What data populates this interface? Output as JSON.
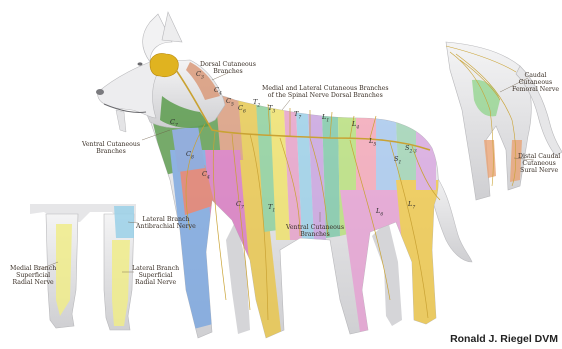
{
  "labels": {
    "dorsal_cutaneous": [
      "Dorsal Cutaneous",
      "Branches"
    ],
    "medial_lateral": [
      "Medial and Lateral Cutaneous Branches",
      "of the Spinal Nerve Dorsal Branches"
    ],
    "ventral_cutaneous_left": [
      "Ventral Cutaneous",
      "Branches"
    ],
    "ventral_cutaneous_body": [
      "Ventral Cutaneous",
      "Branches"
    ],
    "caudal_femoral": [
      "Caudal",
      "Cutaneous",
      "Femoral Nerve"
    ],
    "distal_caudal_sural": [
      "Distal Caudal",
      "Cutaneous",
      "Sural Nerve"
    ],
    "lateral_antebrachial": [
      "Lateral Branch",
      "Antibrachial Nerve"
    ],
    "medial_superficial_radial": [
      "Medial Branch",
      "Superficial",
      "Radial Nerve"
    ],
    "lateral_superficial_radial": [
      "Lateral Branch",
      "Superficial",
      "Radial Nerve"
    ]
  },
  "segments": {
    "c3": {
      "base": "C",
      "sub": "3"
    },
    "c4": {
      "base": "C",
      "sub": "4"
    },
    "c5": {
      "base": "C",
      "sub": "5"
    },
    "c6": {
      "base": "C",
      "sub": "6"
    },
    "c7": {
      "base": "C",
      "sub": "7"
    },
    "c8": {
      "base": "C",
      "sub": "8"
    },
    "c9": {
      "base": "C",
      "sub": "4"
    },
    "t1": {
      "base": "T",
      "sub": "1"
    },
    "t2": {
      "base": "T",
      "sub": "2"
    },
    "t3": {
      "base": "T",
      "sub": "3"
    },
    "t7": {
      "base": "T",
      "sub": "7"
    },
    "l1": {
      "base": "L",
      "sub": "1"
    },
    "l4": {
      "base": "L",
      "sub": "4"
    },
    "l5": {
      "base": "L",
      "sub": "5"
    },
    "l6": {
      "base": "L",
      "sub": "6"
    },
    "l7": {
      "base": "L",
      "sub": "7"
    },
    "s1": {
      "base": "S",
      "sub": "1"
    },
    "s23": {
      "base": "S",
      "sub": "2-3"
    }
  },
  "credit": "Ronald J. Riegel DVM",
  "colors": {
    "body": "#e3e3e5",
    "nerve": "#c9a233",
    "brain": "#e0b320",
    "text": "#3a2f26"
  }
}
